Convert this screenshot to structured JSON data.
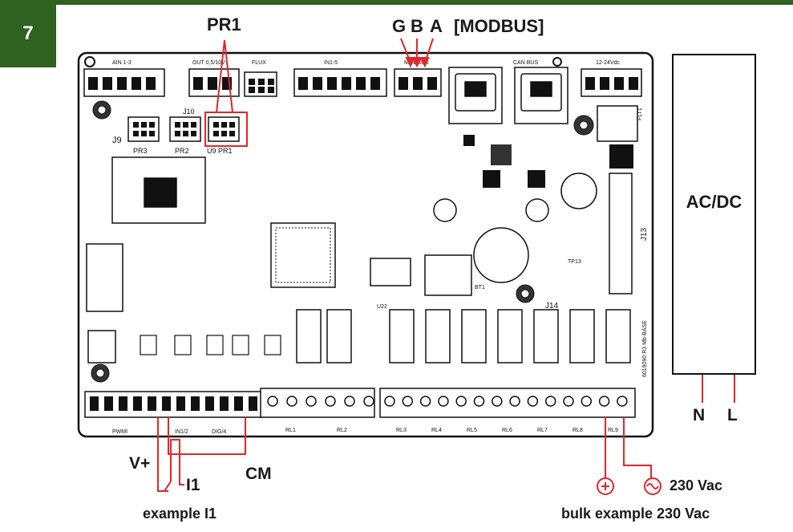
{
  "step_number": "7",
  "labels": {
    "pr1": "PR1",
    "modbus_g": "G",
    "modbus_b": "B",
    "modbus_a": "A",
    "modbus_bracket": "[MODBUS]",
    "acdc": "AC/DC",
    "neutral": "N",
    "line": "L",
    "vplus": "V+",
    "i1": "I1",
    "cm": "CM",
    "example_i1": "example I1",
    "vac_230": "230 Vac",
    "bulk_example": "bulk example 230 Vac"
  },
  "board": {
    "top_headers": [
      "AIN 1-3",
      "OUT 0,5/10V",
      "FLUX",
      "IN1-5",
      "MODBUS",
      "CAN BUS",
      "12-24Vdc"
    ],
    "bottom_groups": [
      "PWMI",
      "IN1/2",
      "DIG/4",
      "RL1",
      "RL2",
      "RL3",
      "RL4",
      "RL5",
      "RL6",
      "RL7",
      "RL8",
      "RL9"
    ],
    "part_labels": [
      "J9",
      "PR3",
      "J10",
      "PR2",
      "U9 PR1",
      "J13",
      "J14",
      "FLT1",
      "BT1",
      "U22",
      "TP13"
    ],
    "board_code": "6019090 R3 Mb-BASE"
  },
  "colors": {
    "accent_green": "#2f6121",
    "wire_red": "#e3262b"
  }
}
